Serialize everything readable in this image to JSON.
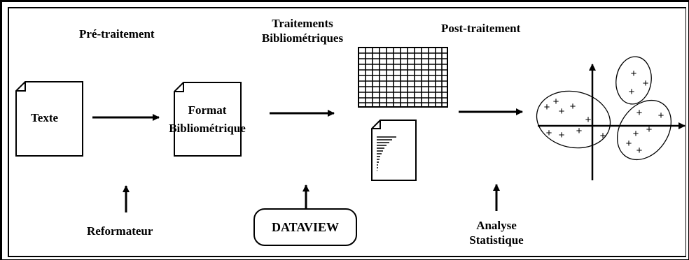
{
  "stages": {
    "pre": "Pré-traitement",
    "treat_line1": "Traitements",
    "treat_line2": "Bibliométriques",
    "post": "Post-traitement"
  },
  "documents": {
    "text": "Texte",
    "format_line1": "Format",
    "format_line2": "Bibliométrique"
  },
  "tools": {
    "reformat": "Reformateur",
    "dataview": "DATAVIEW",
    "analysis_line1": "Analyse",
    "analysis_line2": "Statistique"
  },
  "cluster_marker": "+"
}
